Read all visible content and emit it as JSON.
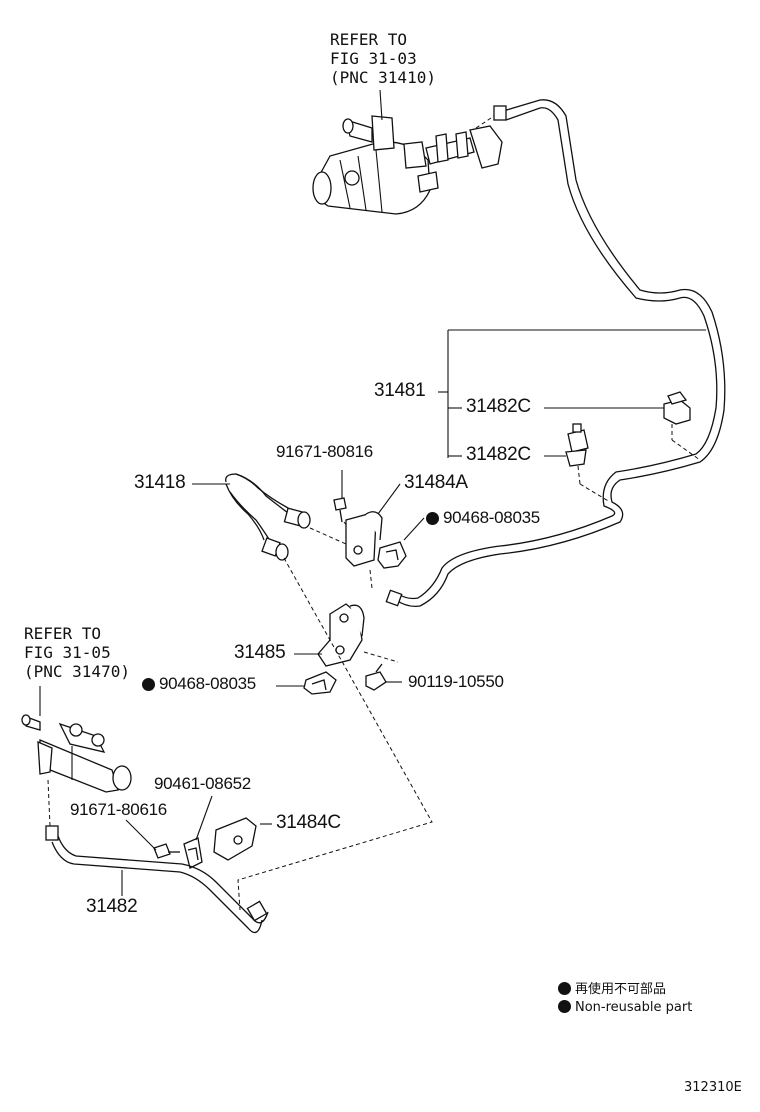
{
  "refs": {
    "top": {
      "line1": "REFER TO",
      "line2": "FIG 31-03",
      "line3": "(PNC 31410)"
    },
    "left": {
      "line1": "REFER TO",
      "line2": "FIG 31-05",
      "line3": "(PNC 31470)"
    }
  },
  "parts": {
    "p31481": "31481",
    "p31482c_a": "31482C",
    "p31482c_b": "31482C",
    "p91671_80816": "91671-80816",
    "p31418": "31418",
    "p31484a": "31484A",
    "p90468_08035_a": "90468-08035",
    "p31485": "31485",
    "p90468_08035_b": "90468-08035",
    "p90119_10550": "90119-10550",
    "p90461_08652": "90461-08652",
    "p91671_80616": "91671-80616",
    "p31484c": "31484C",
    "p31482": "31482"
  },
  "legend": {
    "jp": "再使用不可部品",
    "en": "Non-reusable part"
  },
  "figure_code": "312310E",
  "colors": {
    "ink": "#111111",
    "background": "#ffffff"
  }
}
